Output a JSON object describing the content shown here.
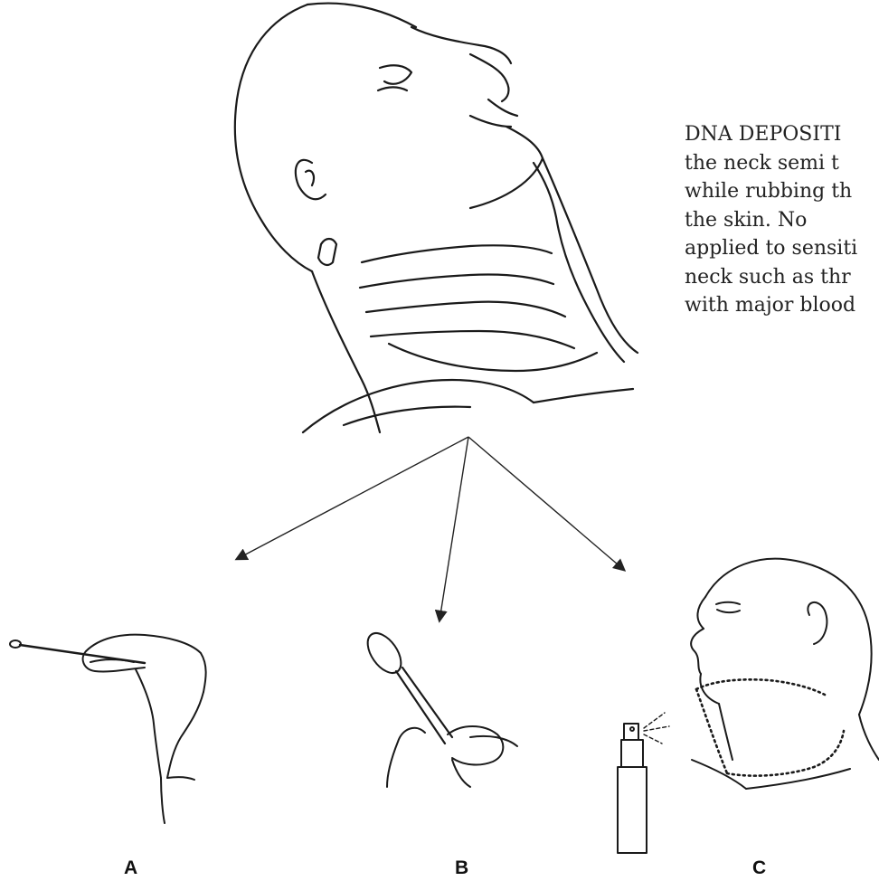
{
  "caption": {
    "lines": [
      "DNA DEPOSITI",
      "the neck semi t",
      "while rubbing th",
      "the skin. No",
      "applied to sensiti",
      "neck such as thr",
      "with major blood"
    ]
  },
  "labels": {
    "a": "A",
    "b": "B",
    "c": "C"
  }
}
